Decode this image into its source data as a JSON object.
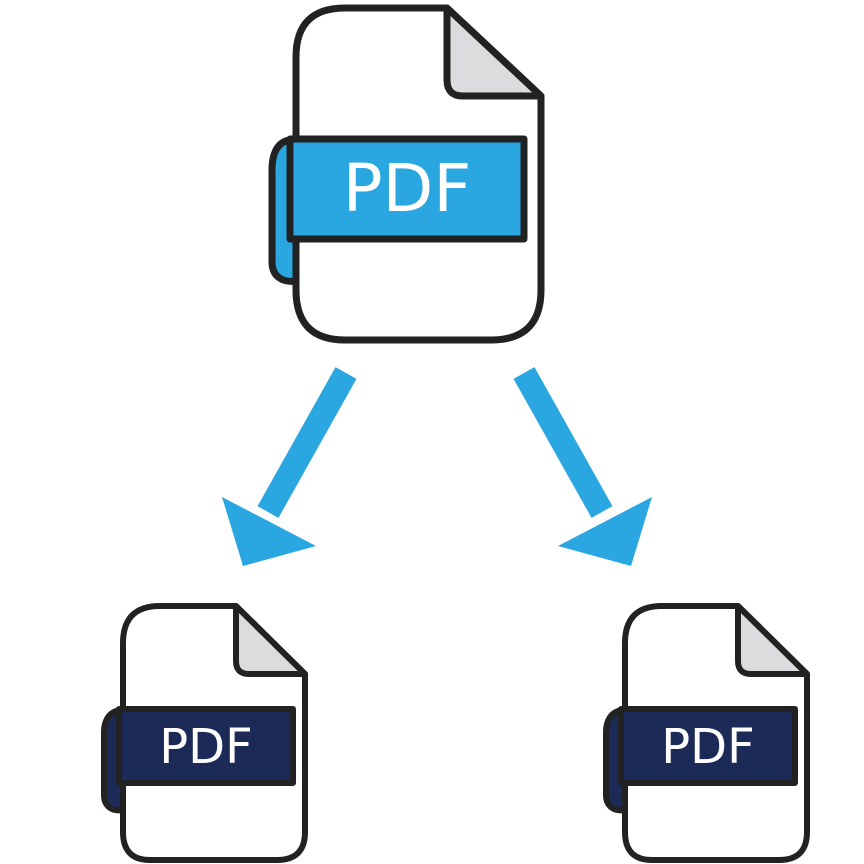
{
  "source_file": {
    "label": "PDF",
    "ribbon_color": "#2aa7e0"
  },
  "output_files": [
    {
      "label": "PDF",
      "ribbon_color": "#1b2a57"
    },
    {
      "label": "PDF",
      "ribbon_color": "#1b2a57"
    }
  ],
  "colors": {
    "outline": "#222222",
    "page_fill": "#ffffff",
    "fold_fill": "#dcdcde",
    "arrow": "#2aa7e0"
  },
  "icons": {
    "source": "pdf-document-icon",
    "split_left": "arrow-down-left-icon",
    "split_right": "arrow-down-right-icon",
    "output": "pdf-document-icon"
  }
}
